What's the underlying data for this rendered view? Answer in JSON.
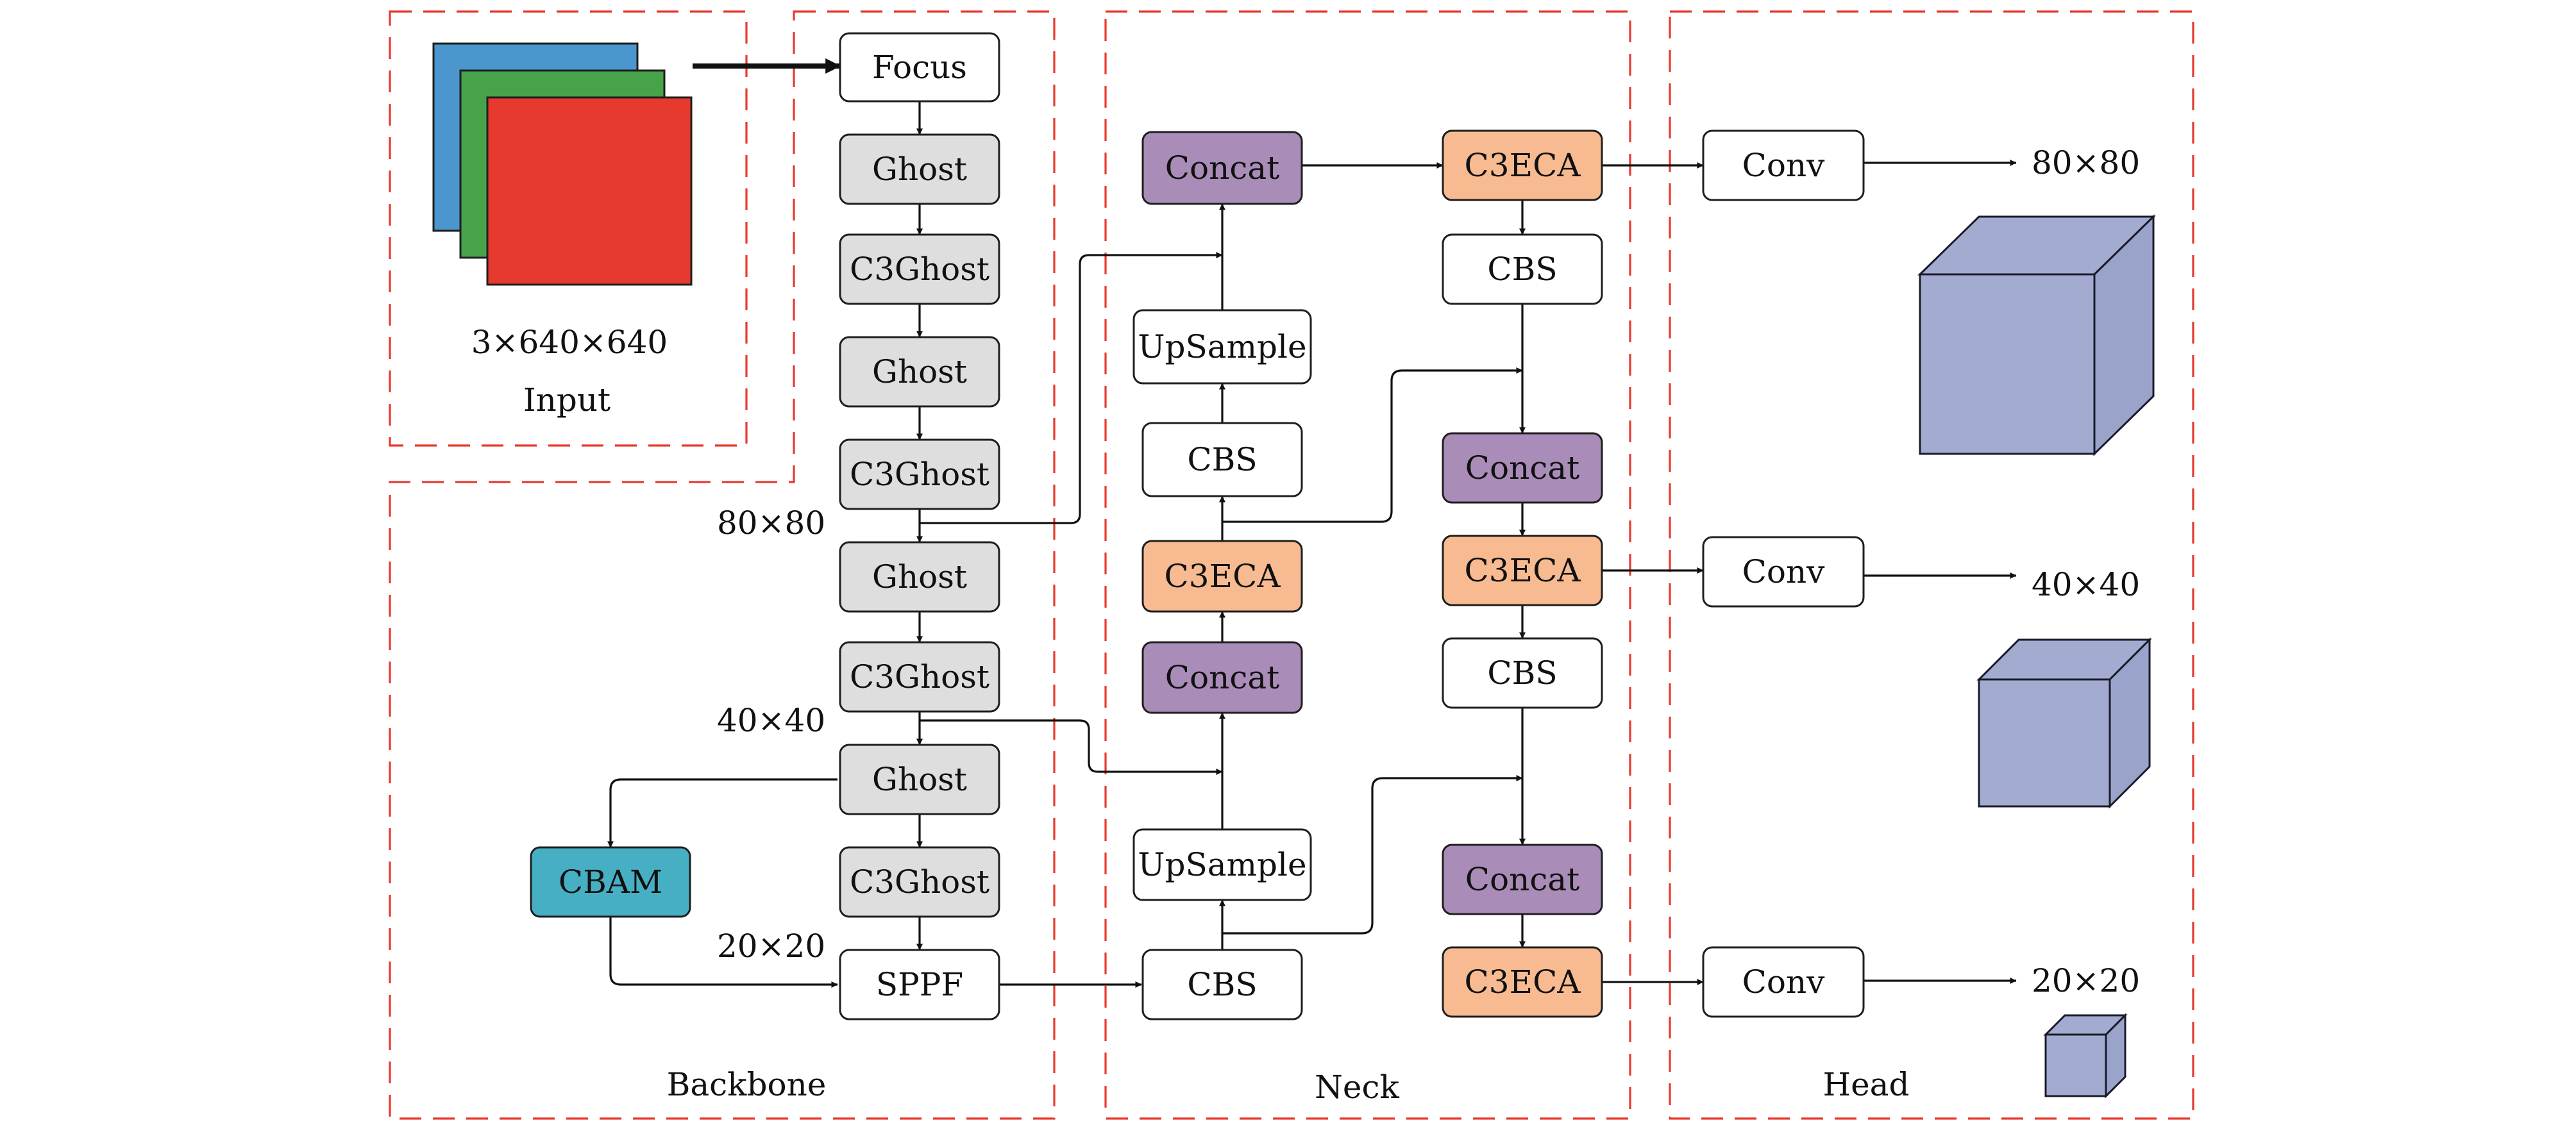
{
  "regions": {
    "input": "Input",
    "backbone": "Backbone",
    "neck": "Neck",
    "head": "Head"
  },
  "input": {
    "shape_label": "3×640×640",
    "layer_colors": [
      "#4a96cd",
      "#46a34a",
      "#e63a2e"
    ]
  },
  "dimension_labels": {
    "backbone_80": "80×80",
    "backbone_40": "40×40",
    "backbone_20": "20×20",
    "head_80": "80×80",
    "head_40": "40×40",
    "head_20": "20×20"
  },
  "colors": {
    "plain": "#ffffff",
    "ghost": "#dedede",
    "concat": "#a98cb8",
    "c3eca": "#f8bb91",
    "cbam": "#47afc3",
    "cube": "#a3acd0",
    "cube_side": "#9aa4cb",
    "region_border": "#e8392d"
  },
  "nodes": {
    "b_focus": "Focus",
    "b_ghost1": "Ghost",
    "b_c3ghost1": "C3Ghost",
    "b_ghost2": "Ghost",
    "b_c3ghost2": "C3Ghost",
    "b_ghost3": "Ghost",
    "b_c3ghost3": "C3Ghost",
    "b_ghost4": "Ghost",
    "b_c3ghost4": "C3Ghost",
    "b_sppf": "SPPF",
    "b_cbam": "CBAM",
    "n_concat1": "Concat",
    "n_upsample1": "UpSample",
    "n_cbs1": "CBS",
    "n_c3eca1": "C3ECA",
    "n_concat2": "Concat",
    "n_upsample2": "UpSample",
    "n_cbs2": "CBS",
    "n_c3eca2": "C3ECA",
    "n_cbs3": "CBS",
    "n_concat3": "Concat",
    "n_c3eca3": "C3ECA",
    "n_cbs4": "CBS",
    "n_concat4": "Concat",
    "n_c3eca4": "C3ECA",
    "h_conv1": "Conv",
    "h_conv2": "Conv",
    "h_conv3": "Conv"
  }
}
